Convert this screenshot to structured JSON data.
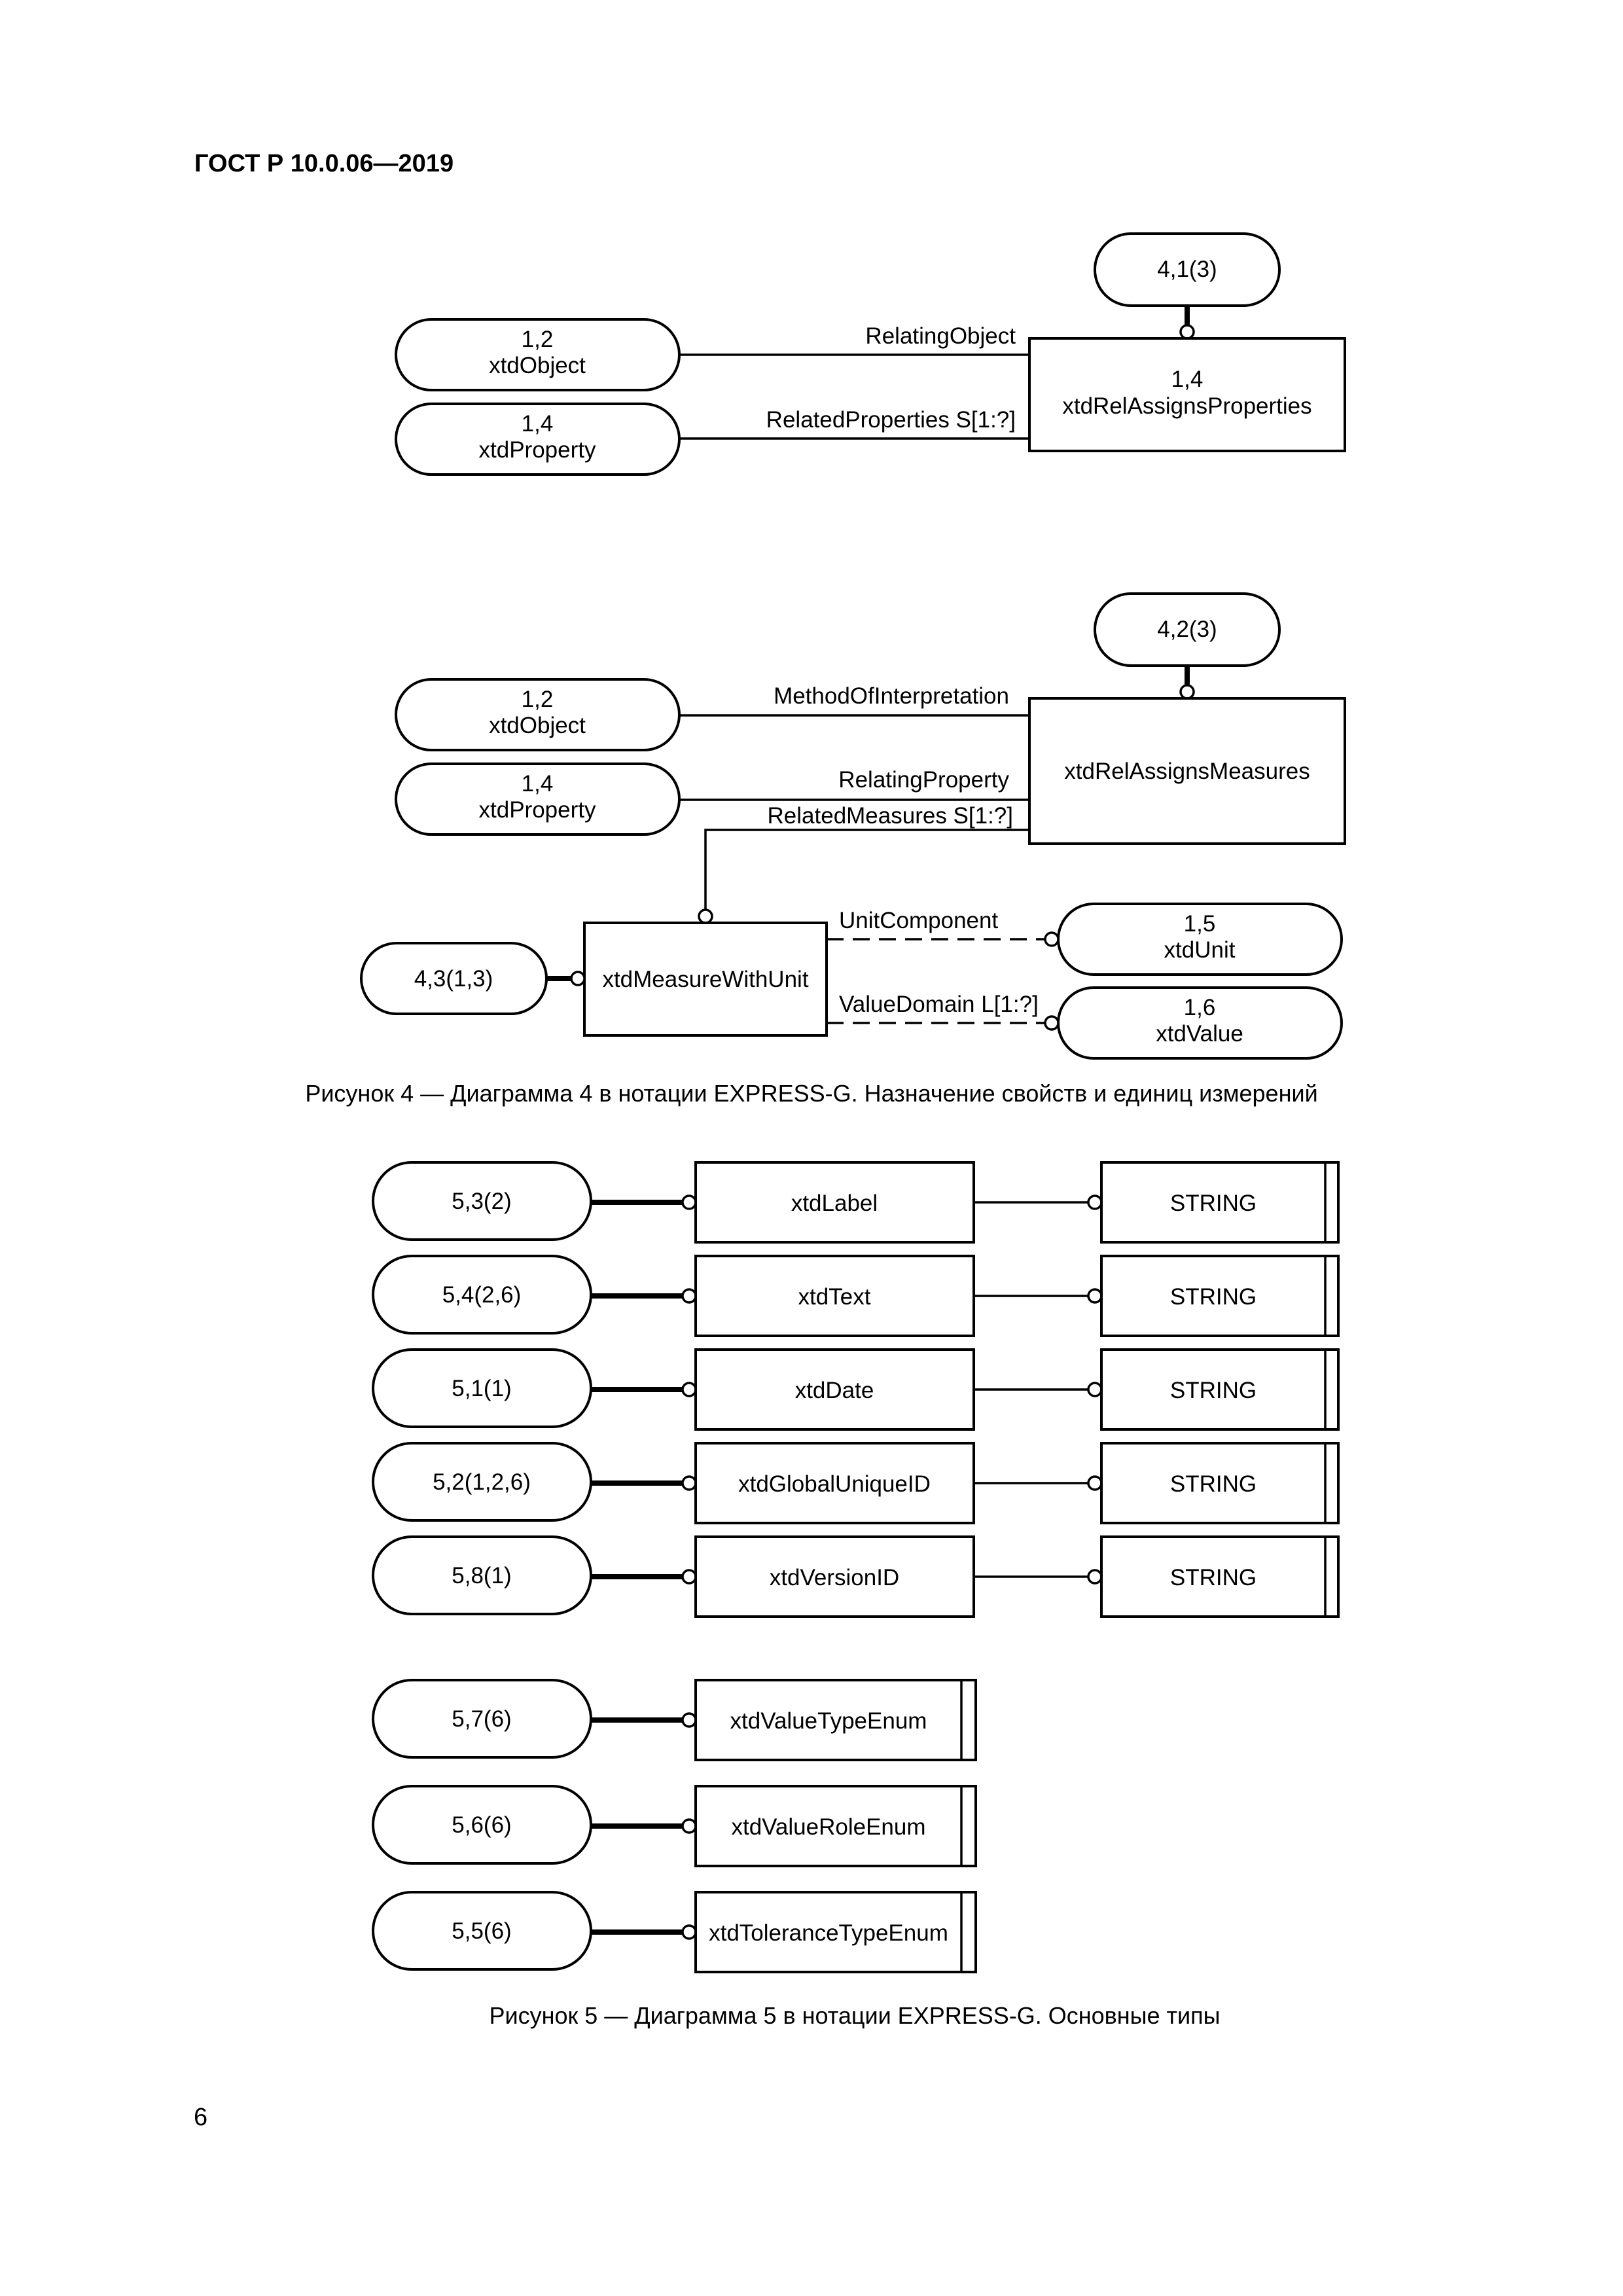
{
  "header": {
    "doc_id": "ГОСТ Р 10.0.06—2019"
  },
  "figure4": {
    "top": {
      "ref": "4,1(3)",
      "entity": {
        "num": "1,4",
        "name": "xtdRelAssignsProperties"
      },
      "nodes": [
        {
          "num": "1,2",
          "name": "xtdObject"
        },
        {
          "num": "1,4",
          "name": "xtdProperty"
        }
      ],
      "attrs": [
        "RelatingObject",
        "RelatedProperties S[1:?]"
      ]
    },
    "bottom": {
      "ref": "4,2(3)",
      "entity": {
        "name": "xtdRelAssignsMeasures"
      },
      "nodes": [
        {
          "num": "1,2",
          "name": "xtdObject"
        },
        {
          "num": "1,4",
          "name": "xtdProperty"
        }
      ],
      "attrs": [
        "MethodOfInterpretation",
        "RelatingProperty",
        "RelatedMeasures S[1:?]"
      ],
      "measure": {
        "ref": "4,3(1,3)",
        "name": "xtdMeasureWithUnit",
        "attrs": [
          "UnitComponent",
          "ValueDomain L[1:?]"
        ],
        "targets": [
          {
            "num": "1,5",
            "name": "xtdUnit"
          },
          {
            "num": "1,6",
            "name": "xtdValue"
          }
        ]
      }
    },
    "caption": "Рисунок 4 — Диаграмма 4 в нотации EXPRESS-G. Назначение свойств и единиц измерений"
  },
  "figure5": {
    "rows": [
      {
        "ref": "5,3(2)",
        "name": "xtdLabel",
        "type": "STRING"
      },
      {
        "ref": "5,4(2,6)",
        "name": "xtdText",
        "type": "STRING"
      },
      {
        "ref": "5,1(1)",
        "name": "xtdDate",
        "type": "STRING"
      },
      {
        "ref": "5,2(1,2,6)",
        "name": "xtdGlobalUniqueID",
        "type": "STRING"
      },
      {
        "ref": "5,8(1)",
        "name": "xtdVersionID",
        "type": "STRING"
      }
    ],
    "enums": [
      {
        "ref": "5,7(6)",
        "name": "xtdValueTypeEnum"
      },
      {
        "ref": "5,6(6)",
        "name": "xtdValueRoleEnum"
      },
      {
        "ref": "5,5(6)",
        "name": "xtdToleranceTypeEnum"
      }
    ],
    "caption": "Рисунок 5 — Диаграмма 5 в нотации EXPRESS-G. Основные типы"
  },
  "footer": {
    "page_number": "6"
  }
}
